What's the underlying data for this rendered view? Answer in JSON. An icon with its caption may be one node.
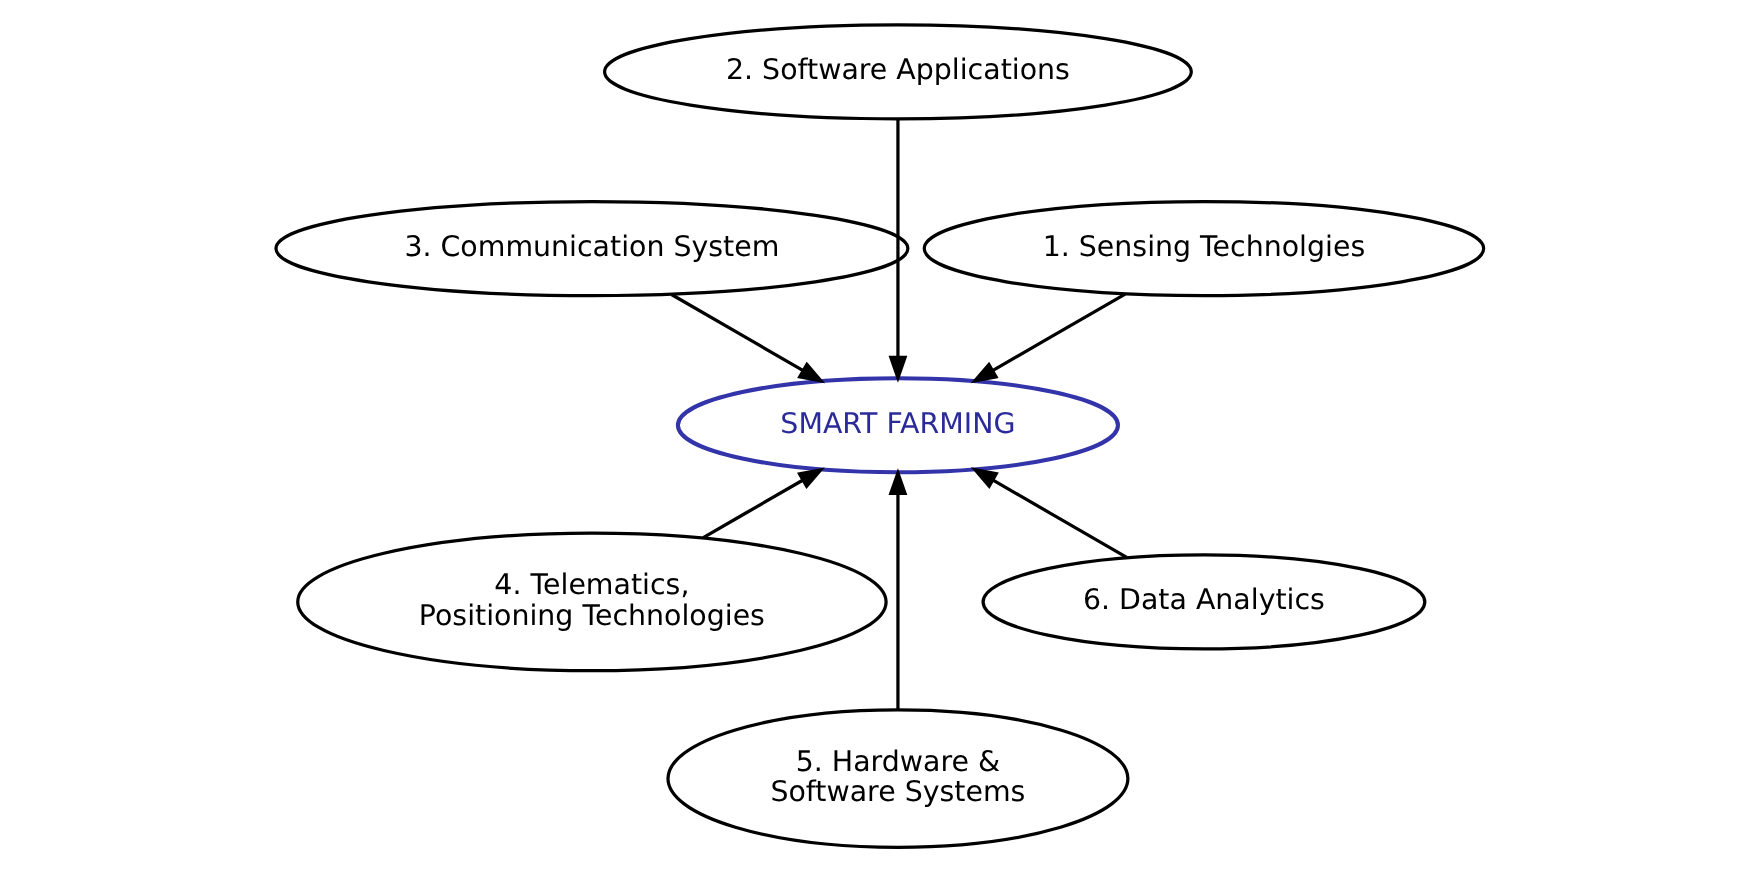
{
  "diagram": {
    "nodes": [
      {
        "text": [
          "SMART FARMING"
        ]
      },
      {
        "text": [
          "1. Sensing Technolgies"
        ]
      },
      {
        "text": [
          "2. Software Applications"
        ]
      },
      {
        "text": [
          "3. Communication System"
        ]
      },
      {
        "text": [
          "4. Telematics, Positioning Technologies"
        ]
      },
      {
        "text": [
          "5. Hardware & Software Systems"
        ]
      },
      {
        "text": [
          "6. Data Analytics"
        ]
      }
    ],
    "edges": [
      {
        "from": 1,
        "to": 0,
        "arrow": "to"
      },
      {
        "from": 2,
        "to": 0,
        "arrow": "to"
      },
      {
        "from": 3,
        "to": 0,
        "arrow": "to"
      },
      {
        "from": 4,
        "to": 0,
        "arrow": "to"
      },
      {
        "from": 5,
        "to": 0,
        "arrow": "to"
      },
      {
        "from": 6,
        "to": 0,
        "arrow": "to"
      }
    ]
  }
}
